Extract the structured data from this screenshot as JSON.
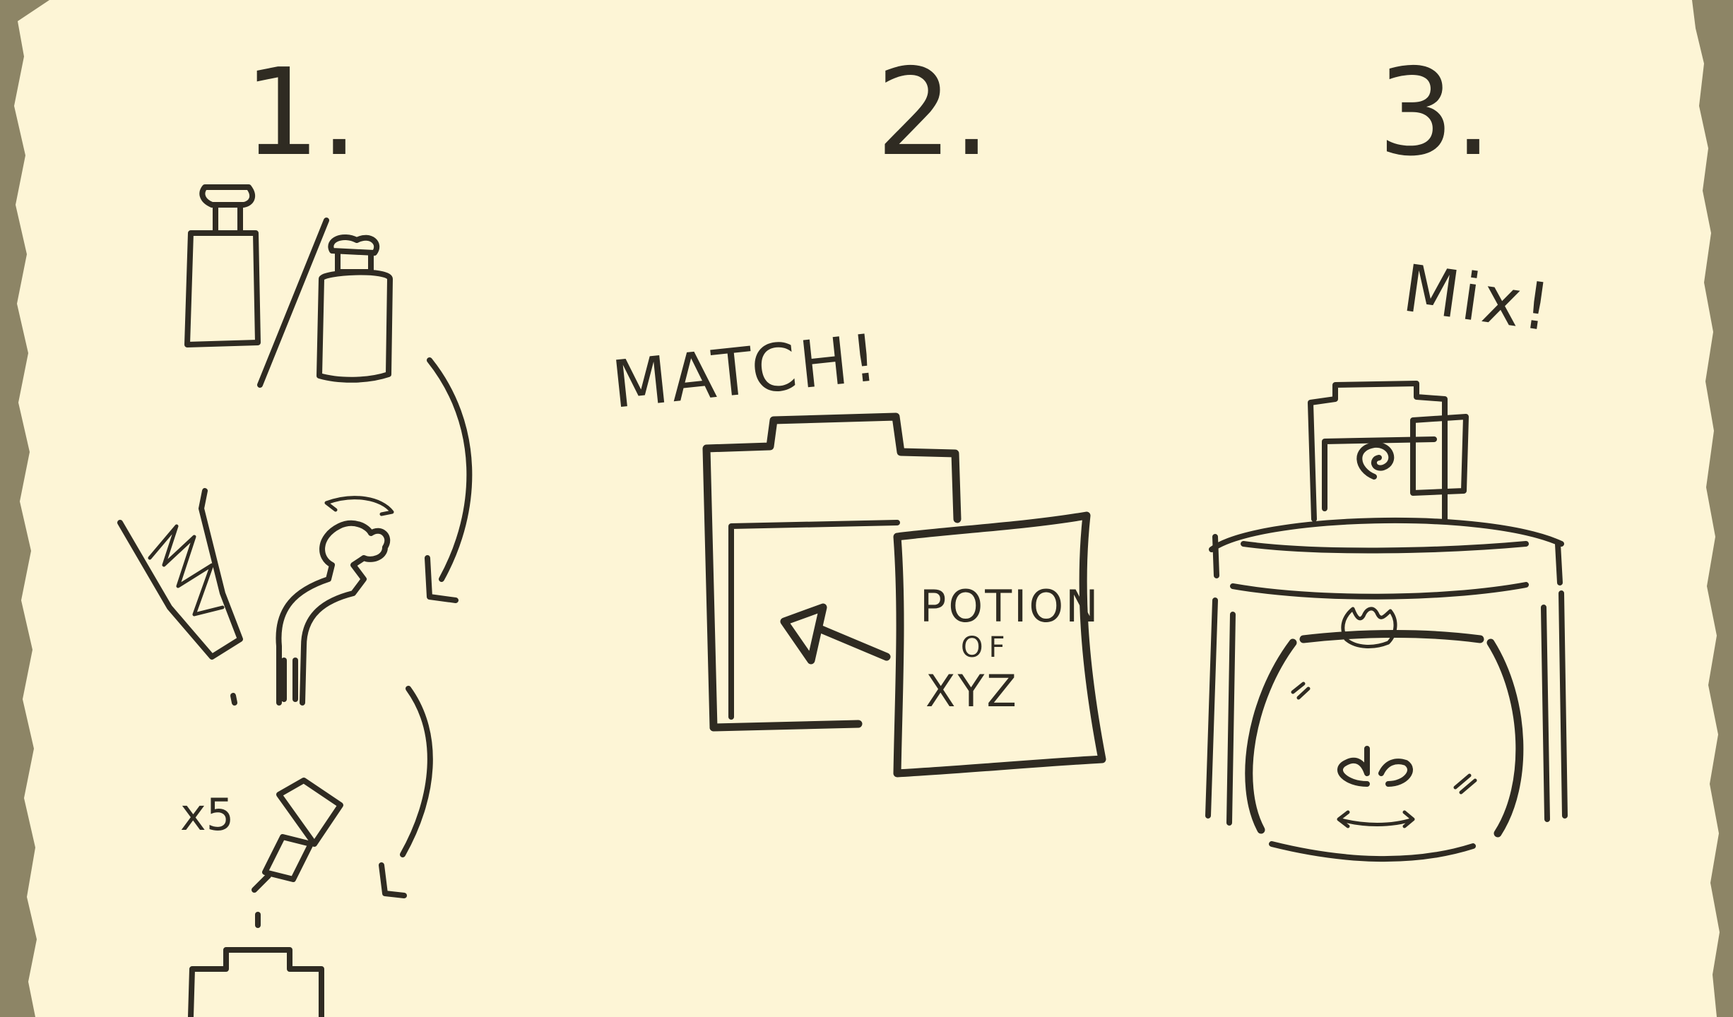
{
  "steps": [
    {
      "number": "1.",
      "caption": "",
      "multiplier": "x5"
    },
    {
      "number": "2.",
      "caption": "MATCH!",
      "label_line1": "POTION",
      "label_line2": "OF",
      "label_line3": "XYZ"
    },
    {
      "number": "3.",
      "caption": "Mix!"
    }
  ],
  "colors": {
    "parchment": "#fdf5d6",
    "border": "#8d8566",
    "ink": "#2f2b22"
  },
  "icons": {
    "step1": [
      "square-bottle-icon",
      "round-bottle-icon",
      "curved-arrow-icon",
      "knife-chopping-icon",
      "water-tap-icon",
      "dropper-icon",
      "potion-bottle-icon"
    ],
    "step2": [
      "potion-bottle-icon",
      "potion-label-icon",
      "arrow-icon"
    ],
    "step3": [
      "potion-bottle-icon",
      "cauldron-icon",
      "flame-icon",
      "stir-icon"
    ]
  }
}
